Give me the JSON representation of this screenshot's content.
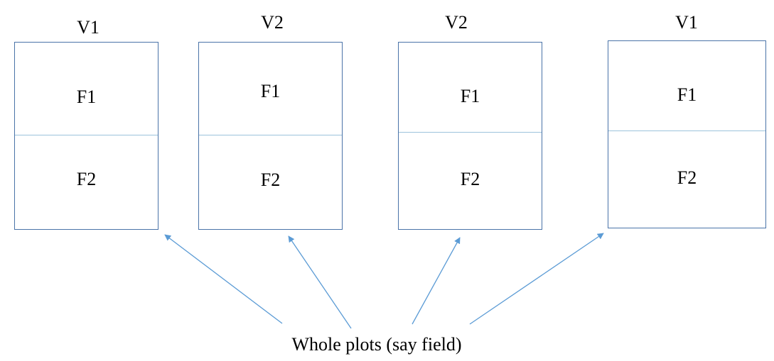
{
  "plots": [
    {
      "treatment": "V1",
      "subplots": [
        "F1",
        "F2"
      ]
    },
    {
      "treatment": "V2",
      "subplots": [
        "F1",
        "F2"
      ]
    },
    {
      "treatment": "V2",
      "subplots": [
        "F1",
        "F2"
      ]
    },
    {
      "treatment": "V1",
      "subplots": [
        "F1",
        "F2"
      ]
    }
  ],
  "caption": "Whole plots (say field)",
  "colors": {
    "plot_border": "#4a73a8",
    "divider": "#9cc3dc",
    "arrow": "#5b9bd5"
  }
}
